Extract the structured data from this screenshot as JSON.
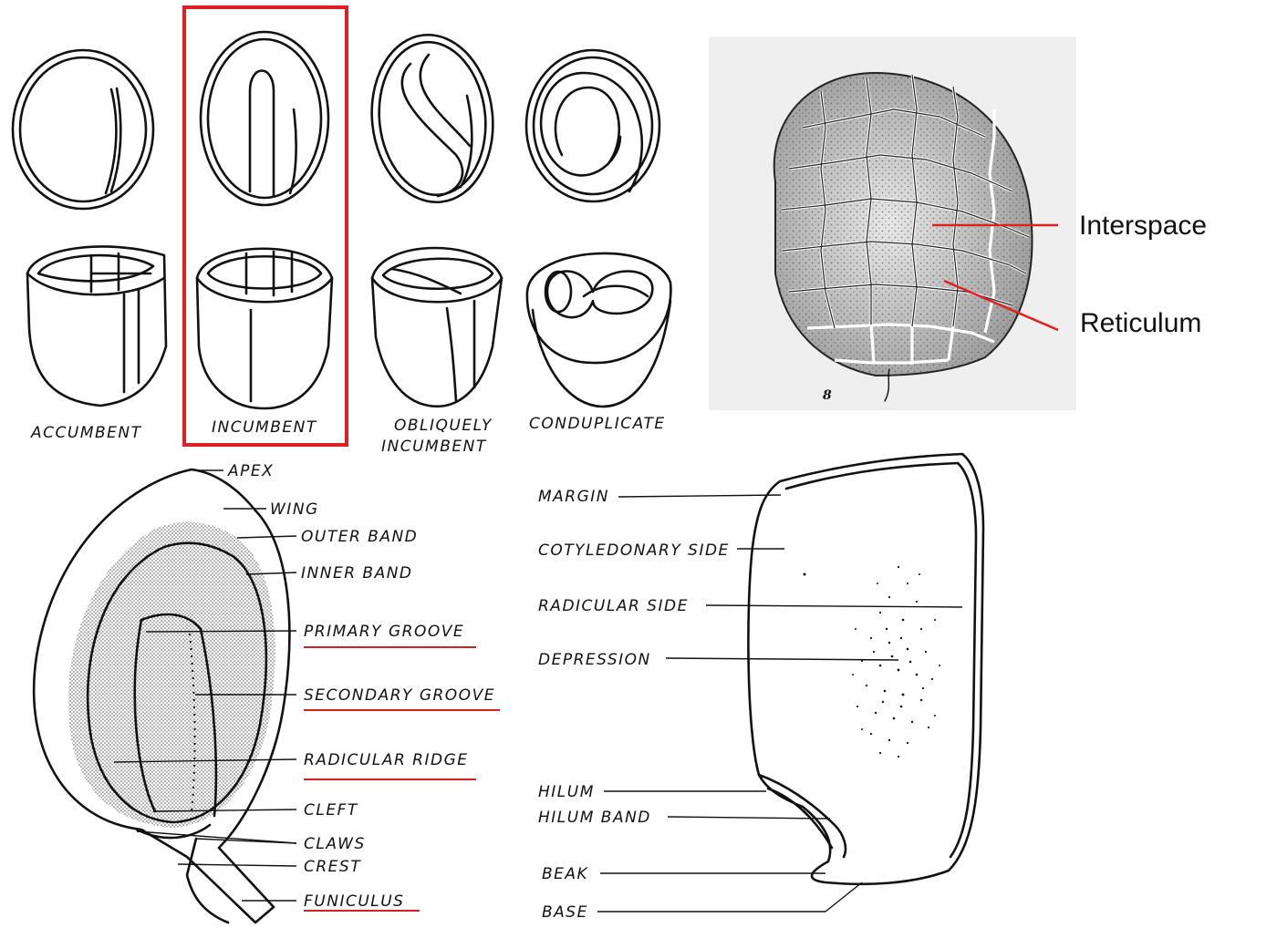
{
  "embryo_types": {
    "accumbent": "ACCUMBENT",
    "incumbent": "INCUMBENT",
    "obliquely_line1": "OBLIQUELY",
    "obliquely_line2": "INCUMBENT",
    "conduplicate": "CONDUPLICATE"
  },
  "highlight": {
    "color": "#e02020",
    "target": "incumbent"
  },
  "seed_photo": {
    "interspace": "Interspace",
    "reticulum": "Reticulum",
    "figure_number": "8"
  },
  "seed_left": {
    "apex": "APEX",
    "wing": "WING",
    "outer_band": "OUTER BAND",
    "inner_band": "INNER BAND",
    "primary_groove": "PRIMARY GROOVE",
    "secondary_groove": "SECONDARY GROOVE",
    "radicular_ridge": "RADICULAR RIDGE",
    "cleft": "CLEFT",
    "claws": "CLAWS",
    "crest": "CREST",
    "funiculus": "FUNICULUS"
  },
  "seed_right": {
    "margin": "MARGIN",
    "cotyledonary_side": "COTYLEDONARY SIDE",
    "radicular_side": "RADICULAR SIDE",
    "depression": "DEPRESSION",
    "hilum": "HILUM",
    "hilum_band": "HILUM BAND",
    "beak": "BEAK",
    "base": "BASE"
  },
  "underline_color": "#c82020"
}
